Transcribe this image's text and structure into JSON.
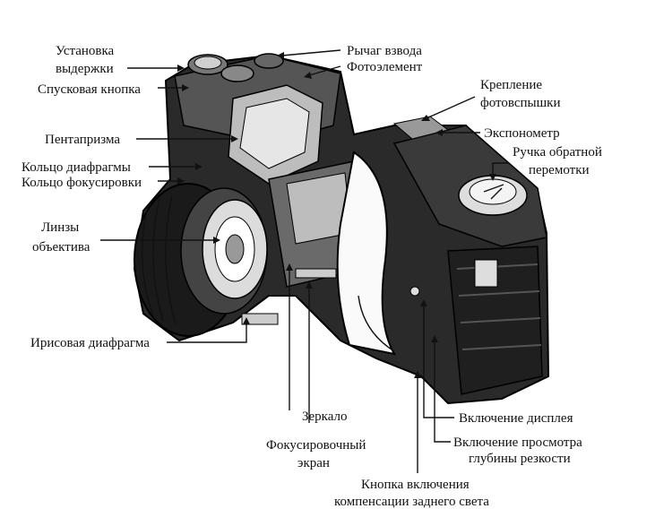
{
  "labels": {
    "shutter_speed_l1": "Установка",
    "shutter_speed_l2": "выдержки",
    "release_button": "Спусковая кнопка",
    "pentaprism": "Пентапризма",
    "aperture_ring": "Кольцо диафрагмы",
    "focus_ring": "Кольцо фокусировки",
    "lens_l1": "Линзы",
    "lens_l2": "объектива",
    "iris": "Ирисовая диафрагма",
    "advance_lever": "Рычаг взвода",
    "photocell": "Фотоэлемент",
    "flash_mount_l1": "Крепление",
    "flash_mount_l2": "фотовспышки",
    "exposure_meter": "Экспонометр",
    "rewind_l1": "Ручка обратной",
    "rewind_l2": "перемотки",
    "mirror": "Зеркало",
    "focus_screen_l1": "Фокусировочный",
    "focus_screen_l2": "экран",
    "display_on": "Включение дисплея",
    "dof_preview_l1": "Включение просмотра",
    "dof_preview_l2": "глубины резкости",
    "backlight_l1": "Кнопка включения",
    "backlight_l2": "компенсации заднего света"
  }
}
